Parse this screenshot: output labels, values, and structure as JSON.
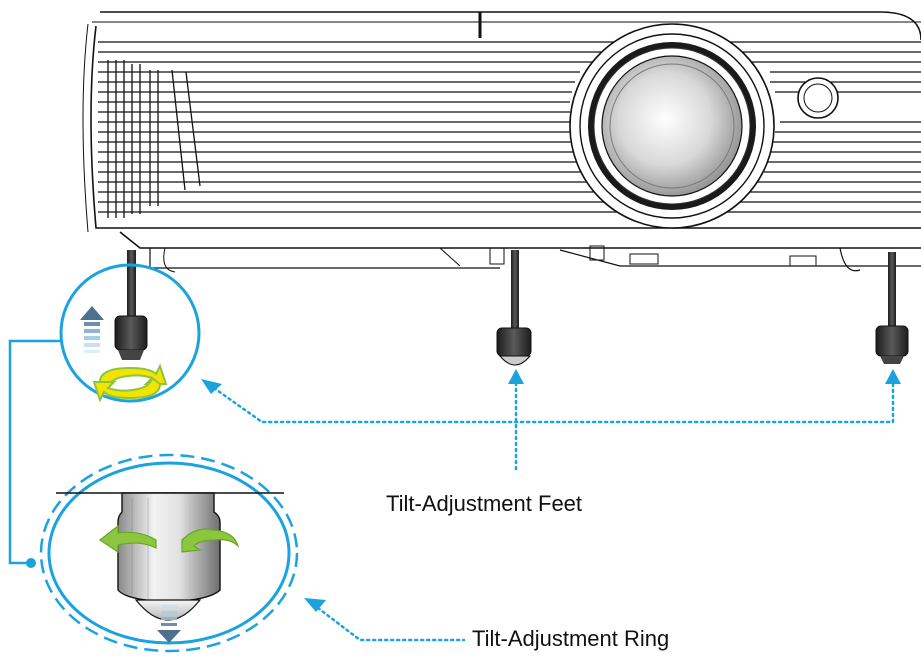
{
  "labels": {
    "feet": "Tilt-Adjustment Feet",
    "ring": "Tilt-Adjustment Ring"
  },
  "colors": {
    "accent_blue": "#1aa3de",
    "arrow_green": "#8cc63f",
    "arrow_yellow": "#f2e300",
    "arrow_light_blue": "#8fd0f0",
    "arrow_slate": "#4f6f8f",
    "outline": "#111111"
  },
  "icons": [
    "projector-illustration",
    "adjustment-foot-icon",
    "rotate-arrows-icon",
    "raise-arrow-icon",
    "lower-arrow-icon",
    "callout-pointer-icon"
  ]
}
